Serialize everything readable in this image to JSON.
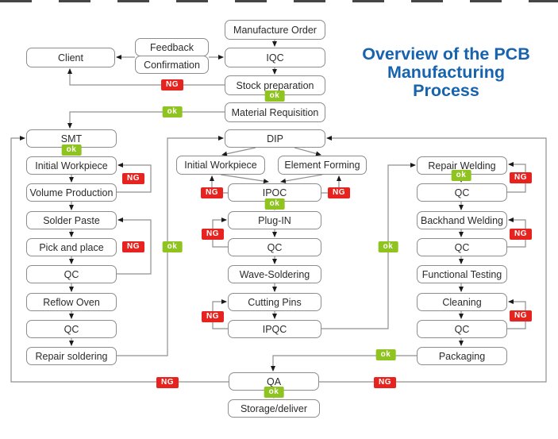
{
  "title": {
    "text": "Overview of the PCB Manufacturing Process"
  },
  "colors": {
    "title_blue": "#1763ae",
    "ok_green": "#8fc31f",
    "ng_red": "#e6231e",
    "box_border": "#8d8d8d",
    "wire_gray": "#909090"
  },
  "badges": {
    "ok": "ok",
    "ng": "NG"
  },
  "nodes": {
    "manufacture_order": "Manufacture Order",
    "iqc": "IQC",
    "stock_preparation": "Stock preparation",
    "material_requisition": "Material Requisition",
    "client": "Client",
    "feedback": "Feedback",
    "confirmation": "Confirmation",
    "smt": "SMT",
    "initial_workpiece_smt": "Initial Workpiece",
    "volume_production": "Volume Production",
    "solder_paste": "Solder Paste",
    "pick_and_place": "Pick and place",
    "qc_smt1": "QC",
    "reflow_oven": "Reflow Oven",
    "qc_smt2": "QC",
    "repair_soldering": "Repair soldering",
    "dip": "DIP",
    "initial_workpiece_dip": "Initial Workpiece",
    "element_forming": "Element Forming",
    "ipoc": "IPOC",
    "plug_in": "Plug-IN",
    "qc_dip1": "QC",
    "wave_soldering": "Wave-Soldering",
    "cutting_pins": "Cutting Pins",
    "ipqc": "IPQC",
    "qa": "QA",
    "storage_deliver": "Storage/deliver",
    "repair_welding": "Repair Welding",
    "qc_right1": "QC",
    "backhand_welding": "Backhand Welding",
    "qc_right2": "QC",
    "functional_testing": "Functional Testing",
    "cleaning": "Cleaning",
    "qc_right3": "QC",
    "packaging": "Packaging"
  },
  "edges": [
    {
      "from": "Manufacture Order",
      "to": "IQC",
      "label": ""
    },
    {
      "from": "Feedback/Confirmation",
      "to": "Client",
      "label": ""
    },
    {
      "from": "Feedback/Confirmation",
      "to": "IQC",
      "label": ""
    },
    {
      "from": "IQC",
      "to": "Stock preparation",
      "label": ""
    },
    {
      "from": "Stock preparation",
      "to": "Client",
      "label": "NG"
    },
    {
      "from": "Stock preparation",
      "to": "Material Requisition",
      "label": "ok"
    },
    {
      "from": "Material Requisition",
      "to": "SMT",
      "label": "ok"
    },
    {
      "from": "SMT",
      "to": "Initial Workpiece (SMT)",
      "label": "ok"
    },
    {
      "from": "Initial Workpiece (SMT)",
      "to": "Volume Production",
      "label": ""
    },
    {
      "from": "Volume Production",
      "to": "Initial Workpiece (SMT)",
      "label": "NG"
    },
    {
      "from": "Volume Production",
      "to": "Solder Paste",
      "label": ""
    },
    {
      "from": "Solder Paste",
      "to": "Pick and place",
      "label": ""
    },
    {
      "from": "Pick and place",
      "to": "QC (SMT 1)",
      "label": ""
    },
    {
      "from": "QC (SMT 1)",
      "to": "Solder Paste",
      "label": "NG"
    },
    {
      "from": "QC (SMT 1)",
      "to": "Reflow Oven",
      "label": ""
    },
    {
      "from": "Reflow Oven",
      "to": "QC (SMT 2)",
      "label": ""
    },
    {
      "from": "QC (SMT 2)",
      "to": "Repair soldering",
      "label": ""
    },
    {
      "from": "Repair soldering",
      "to": "DIP",
      "label": "ok"
    },
    {
      "from": "DIP",
      "to": "Initial Workpiece (DIP)",
      "label": ""
    },
    {
      "from": "DIP",
      "to": "Element Forming",
      "label": ""
    },
    {
      "from": "Initial Workpiece (DIP)",
      "to": "IPOC",
      "label": ""
    },
    {
      "from": "Element Forming",
      "to": "IPOC",
      "label": ""
    },
    {
      "from": "IPOC",
      "to": "Initial Workpiece (DIP)",
      "label": "NG"
    },
    {
      "from": "IPOC",
      "to": "Element Forming",
      "label": "NG"
    },
    {
      "from": "IPOC",
      "to": "Plug-IN",
      "label": "ok"
    },
    {
      "from": "Plug-IN",
      "to": "QC (DIP 1)",
      "label": ""
    },
    {
      "from": "QC (DIP 1)",
      "to": "Plug-IN",
      "label": "NG"
    },
    {
      "from": "QC (DIP 1)",
      "to": "Wave-Soldering",
      "label": ""
    },
    {
      "from": "Wave-Soldering",
      "to": "Cutting Pins",
      "label": ""
    },
    {
      "from": "Cutting Pins",
      "to": "IPQC",
      "label": ""
    },
    {
      "from": "IPQC",
      "to": "Cutting Pins",
      "label": "NG"
    },
    {
      "from": "IPQC",
      "to": "Repair Welding",
      "label": "ok"
    },
    {
      "from": "Repair Welding",
      "to": "QC (right 1)",
      "label": "ok"
    },
    {
      "from": "QC (right 1)",
      "to": "Repair Welding",
      "label": "NG"
    },
    {
      "from": "QC (right 1)",
      "to": "Backhand Welding",
      "label": ""
    },
    {
      "from": "Backhand Welding",
      "to": "QC (right 2)",
      "label": ""
    },
    {
      "from": "QC (right 2)",
      "to": "Backhand Welding",
      "label": "NG"
    },
    {
      "from": "QC (right 2)",
      "to": "Functional Testing",
      "label": ""
    },
    {
      "from": "Functional Testing",
      "to": "Cleaning",
      "label": ""
    },
    {
      "from": "Cleaning",
      "to": "QC (right 3)",
      "label": ""
    },
    {
      "from": "QC (right 3)",
      "to": "Cleaning",
      "label": "NG"
    },
    {
      "from": "QC (right 3)",
      "to": "Packaging",
      "label": ""
    },
    {
      "from": "Packaging",
      "to": "QA",
      "label": "ok"
    },
    {
      "from": "QA",
      "to": "Storage/deliver",
      "label": "ok"
    },
    {
      "from": "QA",
      "to": "SMT",
      "label": "NG"
    },
    {
      "from": "QA",
      "to": "DIP",
      "label": "NG"
    }
  ]
}
